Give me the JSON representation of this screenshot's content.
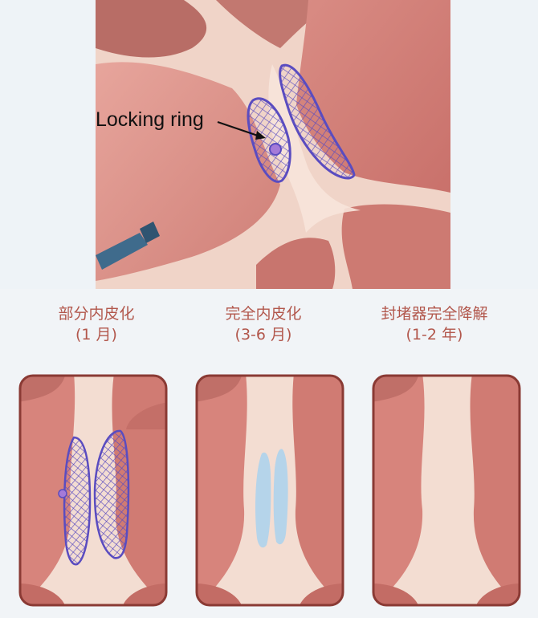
{
  "top_figure": {
    "callout_label": "Locking ring"
  },
  "stages": [
    {
      "title": "部分内皮化",
      "subtitle": "(1 月)",
      "device_state": "mesh-intact"
    },
    {
      "title": "完全内皮化",
      "subtitle": "(3-6 月)",
      "device_state": "mesh-faded"
    },
    {
      "title": "封堵器完全降解",
      "subtitle": "(1-2 年)",
      "device_state": "no-device"
    }
  ],
  "colors": {
    "caption": "#b2574c",
    "tissue": "#d7847c",
    "septum": "#f2d9cc",
    "mesh": "#5a4cc0",
    "mesh_faded": "#9ec8e8",
    "panel_frame": "#8a3a34"
  }
}
